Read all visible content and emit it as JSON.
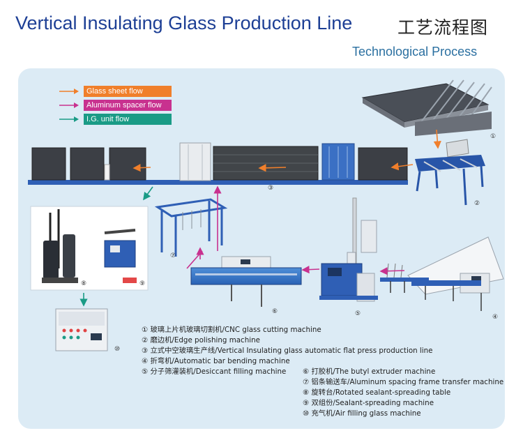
{
  "header": {
    "title": "Vertical Insulating Glass Production Line",
    "title_cn": "工艺流程图",
    "subtitle": "Technological Process"
  },
  "legend": [
    {
      "label": "Glass sheet flow",
      "color": "#f07f2b"
    },
    {
      "label": "Aluminum spacer flow",
      "color": "#c8318f"
    },
    {
      "label": "I.G. unit flow",
      "color": "#1a9b86"
    }
  ],
  "markers": [
    "①",
    "②",
    "③",
    "④",
    "⑤",
    "⑥",
    "⑦",
    "⑧",
    "⑨",
    "⑩"
  ],
  "machines_left": [
    "① 玻璃上片机玻璃切割机/CNC glass cutting machine",
    "② 磨边机/Edge polishing machine",
    "③ 立式中空玻璃生产线/Vertical Insulating glass automatic flat press production line",
    "④ 折弯机/Automatic bar bending machine",
    "⑤ 分子筛灌装机/Desiccant filling machine"
  ],
  "machines_right": [
    "⑥ 打胶机/The butyl extruder machine",
    "⑦ 铝条输送车/Aluminum spacing frame transfer machine",
    "⑧ 旋转台/Rotated sealant-spreading table",
    "⑨ 双组份/Sealant-spreading machine",
    "⑩ 充气机/Air filling glass machine"
  ]
}
